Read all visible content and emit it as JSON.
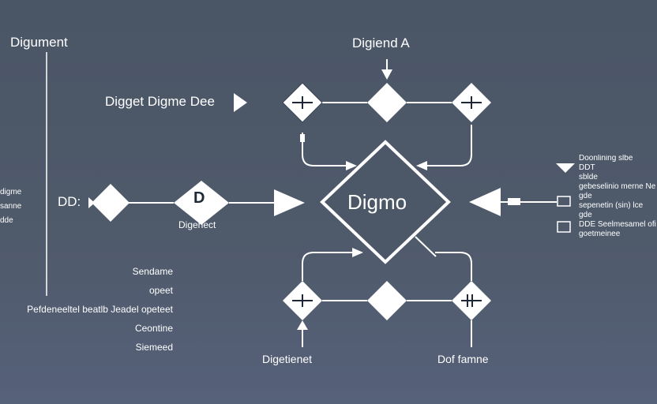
{
  "colors": {
    "background": "#4c5768",
    "stroke": "#ffffff",
    "node_fill": "#ffffff",
    "node_text": "#1e2836"
  },
  "labels": {
    "top_left_title": "Digument",
    "top_center_title": "Digiend A",
    "diagram_header": "Digget Digme Dee",
    "left_node_label": "DD:",
    "d_node_letter": "D",
    "d_node_caption": "Digenect",
    "center_node": "Digmo",
    "bottom_left_caption": "Digetienet",
    "bottom_right_caption": "Dof famne",
    "left_side_lines": [
      "digme",
      "sanne",
      "dde"
    ],
    "legend_items": [
      "Sendame",
      "opeet",
      "Pefdeneeltel beatlb Jeadel opeteet",
      "Ceontine",
      "Siemeed"
    ],
    "right_notes": [
      "Doonlining slbe",
      "DDT",
      "sblde",
      "gebeselinio merne Ne",
      "gde",
      "sepenetin (sin) lce",
      "gde",
      "DDE Seelmesamel ofi",
      "goetmeinee"
    ]
  },
  "icons": [
    "arrow-right-icon",
    "arrow-down-icon",
    "arrow-up-icon",
    "note-icon",
    "panel-icon",
    "doc-icon"
  ]
}
